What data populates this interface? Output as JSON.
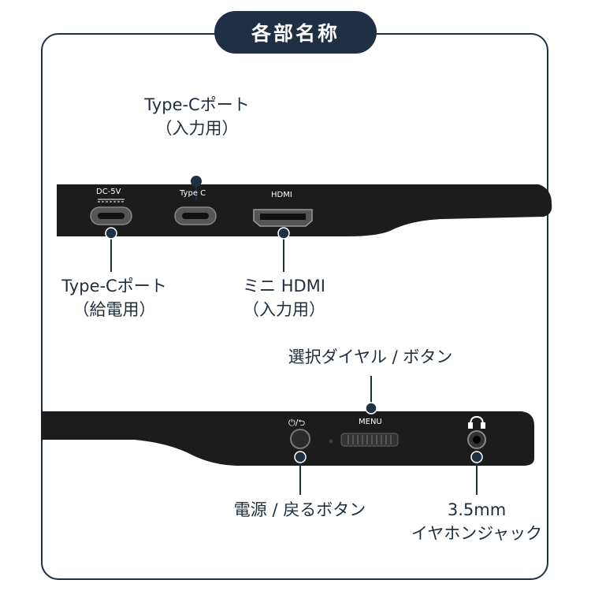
{
  "title": "各部名称",
  "top_device": {
    "port_labels": {
      "dc5v": "DC-5V",
      "typec": "Type C",
      "hdmi": "HDMI"
    },
    "callouts": {
      "typec_input": {
        "line1": "Type-Cポート",
        "line2": "（入力用）"
      },
      "typec_power": {
        "line1": "Type-Cポート",
        "line2": "（給電用）"
      },
      "mini_hdmi": {
        "line1": "ミニ HDMI",
        "line2": "（入力用）"
      }
    }
  },
  "bottom_device": {
    "labels": {
      "power_symbol": "⏻/⮌",
      "menu": "MENU"
    },
    "callouts": {
      "dial": {
        "line1": "選択ダイヤル / ボタン"
      },
      "power_back": {
        "line1": "電源 / 戻るボタン"
      },
      "jack": {
        "line1": "3.5mm",
        "line2": "イヤホンジャック"
      }
    }
  },
  "colors": {
    "navy": "#1f2f44",
    "device": "#1c1c1c",
    "line": "#1f2f44"
  }
}
